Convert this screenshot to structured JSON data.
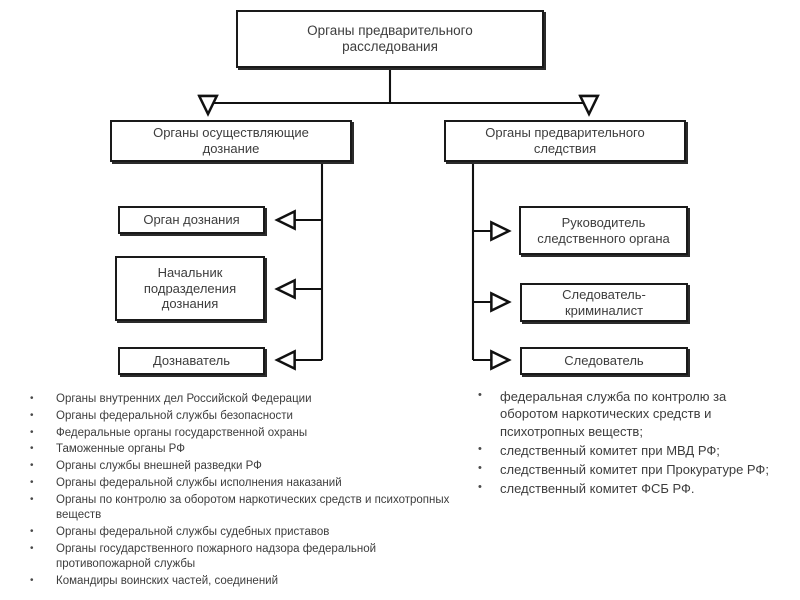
{
  "diagram": {
    "type": "hierarchy-tree",
    "title": "Органы предварительного расследования",
    "nodes": {
      "root": {
        "label": "Органы предварительного\nрасследования"
      },
      "inquiry_branch": {
        "label": "Органы осуществляющие\nдознание"
      },
      "investigation_branch": {
        "label": "Органы предварительного\nследствия"
      },
      "inquiry_children": [
        {
          "label": "Орган дознания"
        },
        {
          "label": "Начальник\nподразделения\nдознания"
        },
        {
          "label": "Дознаватель"
        }
      ],
      "investigation_children": [
        {
          "label": "Руководитель\nследственного органа"
        },
        {
          "label": "Следователь-\nкриминалист"
        },
        {
          "label": "Следователь"
        }
      ]
    },
    "lists": {
      "inquiry_bodies": {
        "bullet": "•",
        "items": [
          "Органы внутренних дел Российской Федерации",
          "Органы федеральной службы безопасности",
          "Федеральные органы государственной охраны",
          "Таможенные органы РФ",
          "Органы службы внешней разведки РФ",
          "Органы федеральной службы исполнения наказаний",
          "Органы по контролю за оборотом наркотических средств и психотропных веществ",
          "Органы федеральной службы судебных приставов",
          "Органы государственного пожарного надзора федеральной противопожарной службы",
          "Командиры воинских частей, соединений"
        ]
      },
      "investigation_bodies": {
        "bullet": "•",
        "items": [
          "федеральная служба по контролю за оборотом наркотических средств и психотропных веществ;",
          "следственный комитет при МВД РФ;",
          "следственный комитет при Прокуратуре РФ;",
          "следственный комитет ФСБ РФ."
        ]
      }
    },
    "colors": {
      "box_border": "#1a1a1a",
      "box_fill": "#ffffff",
      "connector": "#1a1a1a",
      "text": "#3d3d3d",
      "background": "#ffffff"
    }
  }
}
